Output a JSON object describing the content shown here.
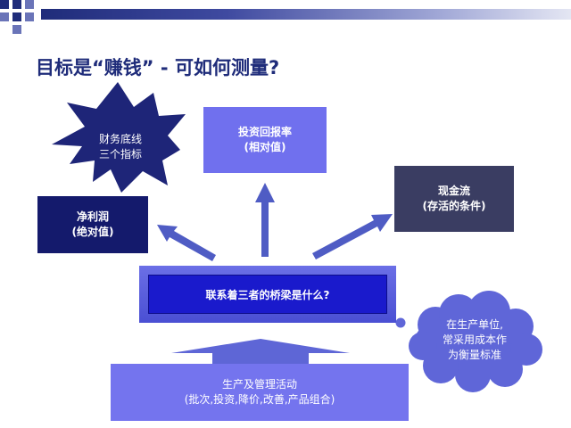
{
  "title": "目标是“赚钱” - 可如何测量?",
  "star": {
    "line1": "财务底线",
    "line2": "三个指标"
  },
  "investment_box": {
    "line1": "投资回报率",
    "line2": "(相对值)"
  },
  "profit_box": {
    "line1": "净利润",
    "line2": "(绝对值)"
  },
  "cash_box": {
    "line1": "现金流",
    "line2": "(存活的条件)"
  },
  "bridge": {
    "label": "联系着三者的桥梁是什么?"
  },
  "thought_bubble": {
    "line1": "在生产单位,",
    "line2": "常采用成本作",
    "line3": "为衡量标准"
  },
  "activities": {
    "line1": "生产及管理活动",
    "line2": "(批次,投资,降价,改善,产品组合)"
  },
  "colors": {
    "navy": "#1f2c7a",
    "dark_navy": "#141a6c",
    "slate": "#3a3d62",
    "periwinkle": "#7070ee",
    "bridge_blue": "#1a1acc",
    "arrow_blue": "#4f5cc4",
    "cloud_blue": "#5f66d8"
  }
}
